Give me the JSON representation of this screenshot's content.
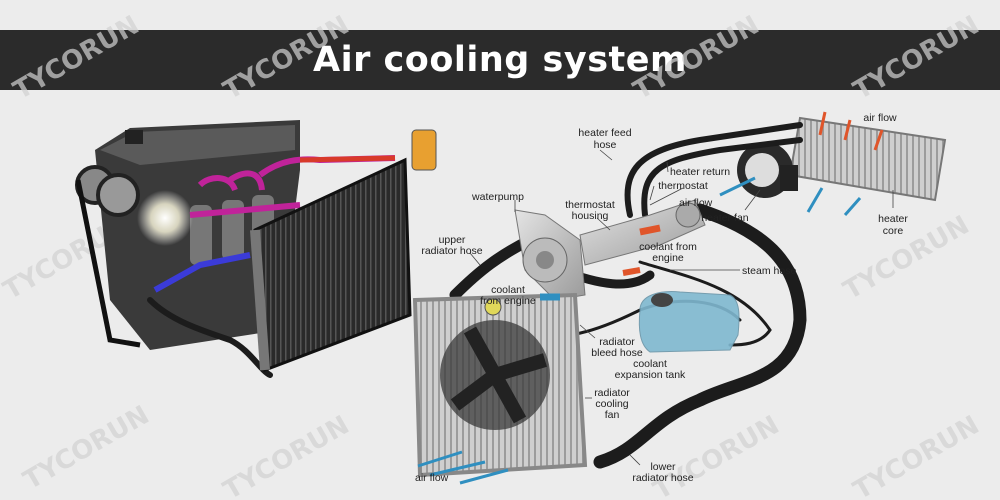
{
  "title": "Air cooling system",
  "watermark": "TYCORUN",
  "labels": {
    "heater_feed_hose": [
      "heater feed",
      "hose"
    ],
    "heater_return": "heater return",
    "thermostat": "thermostat",
    "air_flow_fan": "air flow",
    "heater_fan": "heater fan",
    "air_flow_top": "air flow",
    "heater_core": [
      "heater",
      "core"
    ],
    "waterpump": "waterpump",
    "thermostat_housing": [
      "thermostat",
      "housing"
    ],
    "upper_radiator_hose": [
      "upper",
      "radiator hose"
    ],
    "coolant_from_engine_right": [
      "coolant from",
      "engine"
    ],
    "steam_hose": "steam hose",
    "coolant_from_engine_left": [
      "coolant",
      "from engine"
    ],
    "radiator_bleed_hose": [
      "radiator",
      "bleed hose"
    ],
    "coolant_expansion_tank": [
      "coolant",
      "expansion tank"
    ],
    "radiator_cooling_fan": [
      "radiator",
      "cooling",
      "fan"
    ],
    "air_flow_bottom": "air flow",
    "lower_radiator_hose": [
      "lower",
      "radiator hose"
    ]
  },
  "colors": {
    "title_bg": "#2b2b2b",
    "hot_arrow": "#e0552a",
    "cool_arrow": "#2f8fc0",
    "hose": "#1c1c1c",
    "coolant_tank": "#7fb8d0",
    "engine_pipe": "#c0239a"
  }
}
